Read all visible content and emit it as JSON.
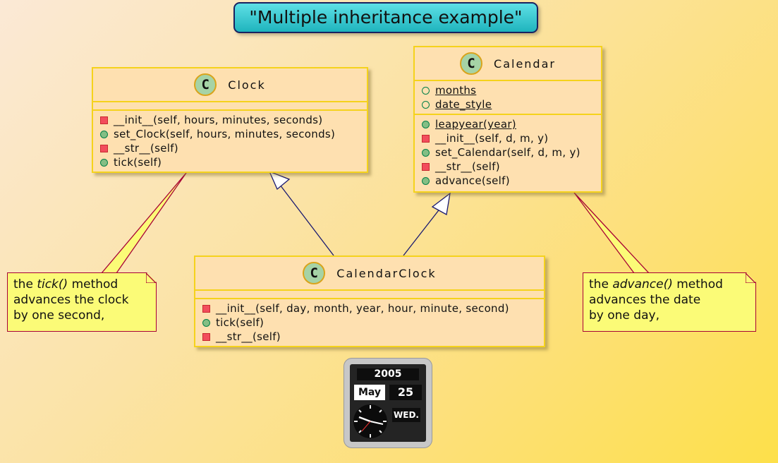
{
  "title": "\"Multiple inheritance example\"",
  "classes": {
    "clock": {
      "name": "Clock",
      "stereotype": "C",
      "methods": [
        {
          "vis": "private",
          "text": "__init__(self, hours, minutes, seconds)"
        },
        {
          "vis": "public",
          "text": "set_Clock(self, hours, minutes, seconds)"
        },
        {
          "vis": "private",
          "text": "__str__(self)"
        },
        {
          "vis": "public",
          "text": "tick(self)"
        }
      ]
    },
    "calendar": {
      "name": "Calendar",
      "stereotype": "C",
      "fields": [
        {
          "vis": "public-field",
          "text": "months",
          "static": true
        },
        {
          "vis": "public-field",
          "text": "date_style",
          "static": true
        }
      ],
      "methods": [
        {
          "vis": "public",
          "text": "leapyear(year)",
          "static": true
        },
        {
          "vis": "private",
          "text": "__init__(self, d, m, y)"
        },
        {
          "vis": "public",
          "text": "set_Calendar(self, d, m, y)"
        },
        {
          "vis": "private",
          "text": "__str__(self)"
        },
        {
          "vis": "public",
          "text": "advance(self)"
        }
      ]
    },
    "calendarclock": {
      "name": "CalendarClock",
      "stereotype": "C",
      "methods": [
        {
          "vis": "private",
          "text": "__init__(self, day, month, year, hour, minute, second)"
        },
        {
          "vis": "public",
          "text": "tick(self)"
        },
        {
          "vis": "private",
          "text": "__str__(self)"
        }
      ]
    }
  },
  "notes": {
    "left": {
      "pre": "the ",
      "em": "tick()",
      "post": " method",
      "line2": "advances the clock",
      "line3": "by one second,"
    },
    "right": {
      "pre": "the ",
      "em": "advance()",
      "post": " method",
      "line2": "advances the date",
      "line3": "by one day,"
    }
  },
  "image": {
    "year": "2005",
    "month": "May",
    "day": "25",
    "weekday": "WED."
  },
  "colors": {
    "class_bg": "#fee0b0",
    "class_border": "#f5d21c",
    "note_bg": "#fbfb77",
    "note_border": "#a80036",
    "inheritance_line": "#181870",
    "title_bg": "#1fb4bd"
  }
}
